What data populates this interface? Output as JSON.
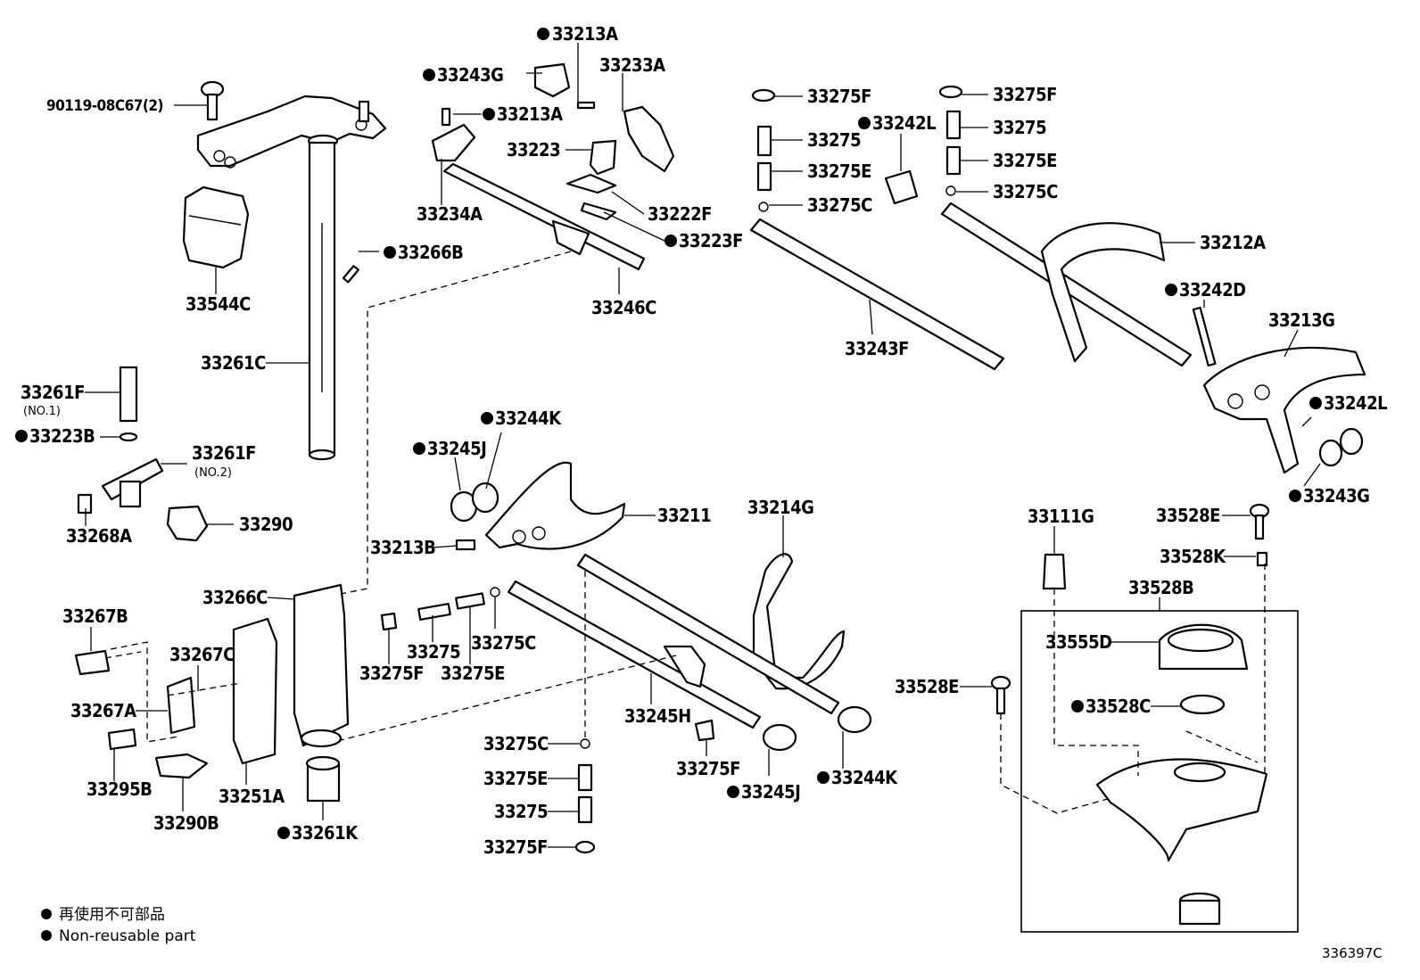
{
  "labels": {
    "p_33213A_top": "33213A",
    "p_33233A": "33233A",
    "p_33243G_top": "33243G",
    "p_90119": "90119-08C67(2)",
    "p_33213A_2": "33213A",
    "p_33223": "33223",
    "p_33234A": "33234A",
    "p_33222F": "33222F",
    "p_33223F": "33223F",
    "p_33266B": "33266B",
    "p_33246C": "33246C",
    "p_33544C": "33544C",
    "p_33261C": "33261C",
    "p_33261F_1": "33261F",
    "p_no1": "(NO.1)",
    "p_33223B": "33223B",
    "p_33261F_2": "33261F",
    "p_no2": "(NO.2)",
    "p_33268A": "33268A",
    "p_33290": "33290",
    "p_33275F_a": "33275F",
    "p_33275_a": "33275",
    "p_33275E_a": "33275E",
    "p_33275C_a": "33275C",
    "p_33242L_a": "33242L",
    "p_33243F": "33243F",
    "p_33275F_b": "33275F",
    "p_33275_b": "33275",
    "p_33275E_b": "33275E",
    "p_33275C_b": "33275C",
    "p_33212A": "33212A",
    "p_33242D": "33242D",
    "p_33213G": "33213G",
    "p_33242L_b": "33242L",
    "p_33243G_b": "33243G",
    "p_33244K_a": "33244K",
    "p_33245J_a": "33245J",
    "p_33211": "33211",
    "p_33214G": "33214G",
    "p_33213B": "33213B",
    "p_33266C": "33266C",
    "p_33275F_c": "33275F",
    "p_33275_c": "33275",
    "p_33275E_c": "33275E",
    "p_33275C_c": "33275C",
    "p_33267B": "33267B",
    "p_33267C": "33267C",
    "p_33267A": "33267A",
    "p_33295B": "33295B",
    "p_33290B": "33290B",
    "p_33251A": "33251A",
    "p_33261K": "33261K",
    "p_33245H": "33245H",
    "p_33275F_d": "33275F",
    "p_33245J_b": "33245J",
    "p_33244K_b": "33244K",
    "p_33275C_d": "33275C",
    "p_33275E_d": "33275E",
    "p_33275_d": "33275",
    "p_33275F_e": "33275F",
    "p_33111G": "33111G",
    "p_33528E_a": "33528E",
    "p_33528K": "33528K",
    "p_33528B": "33528B",
    "p_33555D": "33555D",
    "p_33528C": "33528C",
    "p_33528E_b": "33528E"
  },
  "legend": {
    "jp": "再使用不可部品",
    "en": "Non-reusable part"
  },
  "diagram_code": "336397C"
}
